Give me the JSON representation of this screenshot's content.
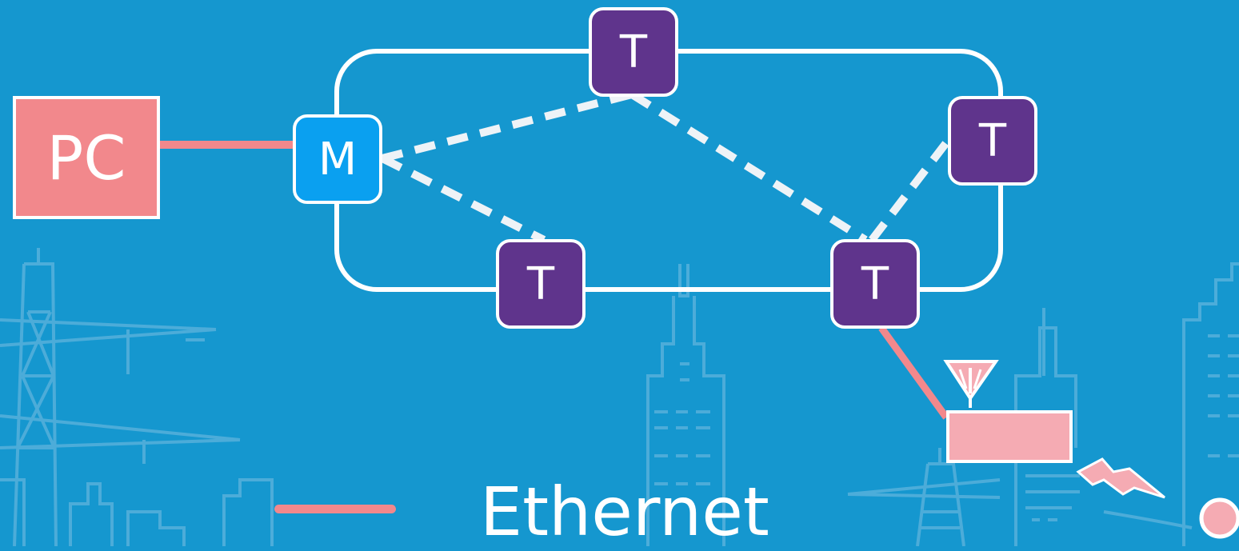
{
  "diagram": {
    "pc_label": "PC",
    "master_label": "M",
    "terminal_label": "T",
    "legend": {
      "ethernet_label": "Ethernet"
    }
  },
  "colors": {
    "background": "#1597cf",
    "terminal_node": "#5f348c",
    "master_node": "#0aa0f0",
    "pc_box": "#f2888c",
    "ethernet_line": "#f2888c",
    "ring": "#ffffff",
    "radio_device": "#f5abb3"
  }
}
